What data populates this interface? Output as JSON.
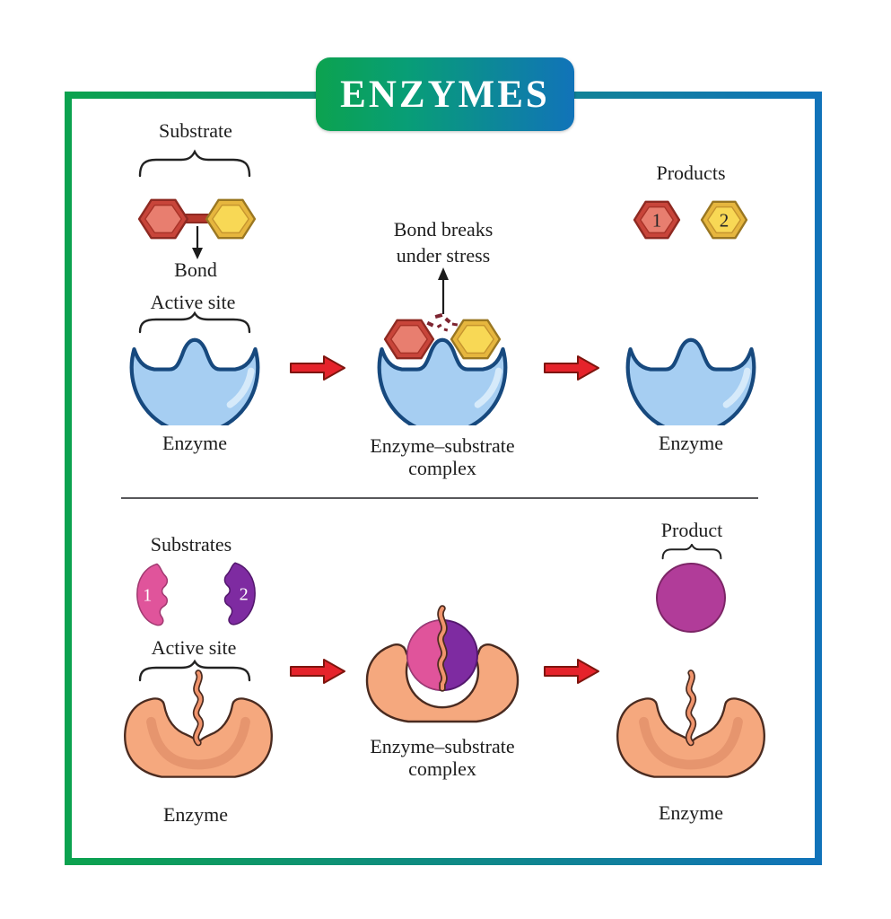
{
  "banner": {
    "title": "ENZYMES"
  },
  "colors": {
    "frame_green": "#0ca24f",
    "frame_blue": "#1173b9",
    "reaction_arrow_red": "#e5232b",
    "enzyme_blue": "#a6cef2",
    "enzyme_orange": "#f5a87e",
    "substrate_hex_red": "#e87e6f",
    "substrate_hex_yellow": "#f8d855",
    "substrate_pink": "#e0549b",
    "substrate_purple": "#7e2ba1",
    "product_magenta": "#b13c99"
  },
  "lock_and_key": {
    "substrate_label": "Substrate",
    "bond_label": "Bond",
    "active_site_label": "Active site",
    "enzyme_label": "Enzyme",
    "bond_breaks_line1": "Bond breaks",
    "bond_breaks_line2": "under stress",
    "complex_label_line1": "Enzyme–substrate",
    "complex_label_line2": "complex",
    "products_label": "Products",
    "product_numbers": [
      "1",
      "2"
    ],
    "enzyme_right_label": "Enzyme"
  },
  "induced_fit": {
    "substrates_label": "Substrates",
    "substrate_numbers": [
      "1",
      "2"
    ],
    "active_site_label": "Active site",
    "enzyme_label": "Enzyme",
    "complex_label_line1": "Enzyme–substrate",
    "complex_label_line2": "complex",
    "product_label": "Product",
    "enzyme_right_label": "Enzyme"
  }
}
